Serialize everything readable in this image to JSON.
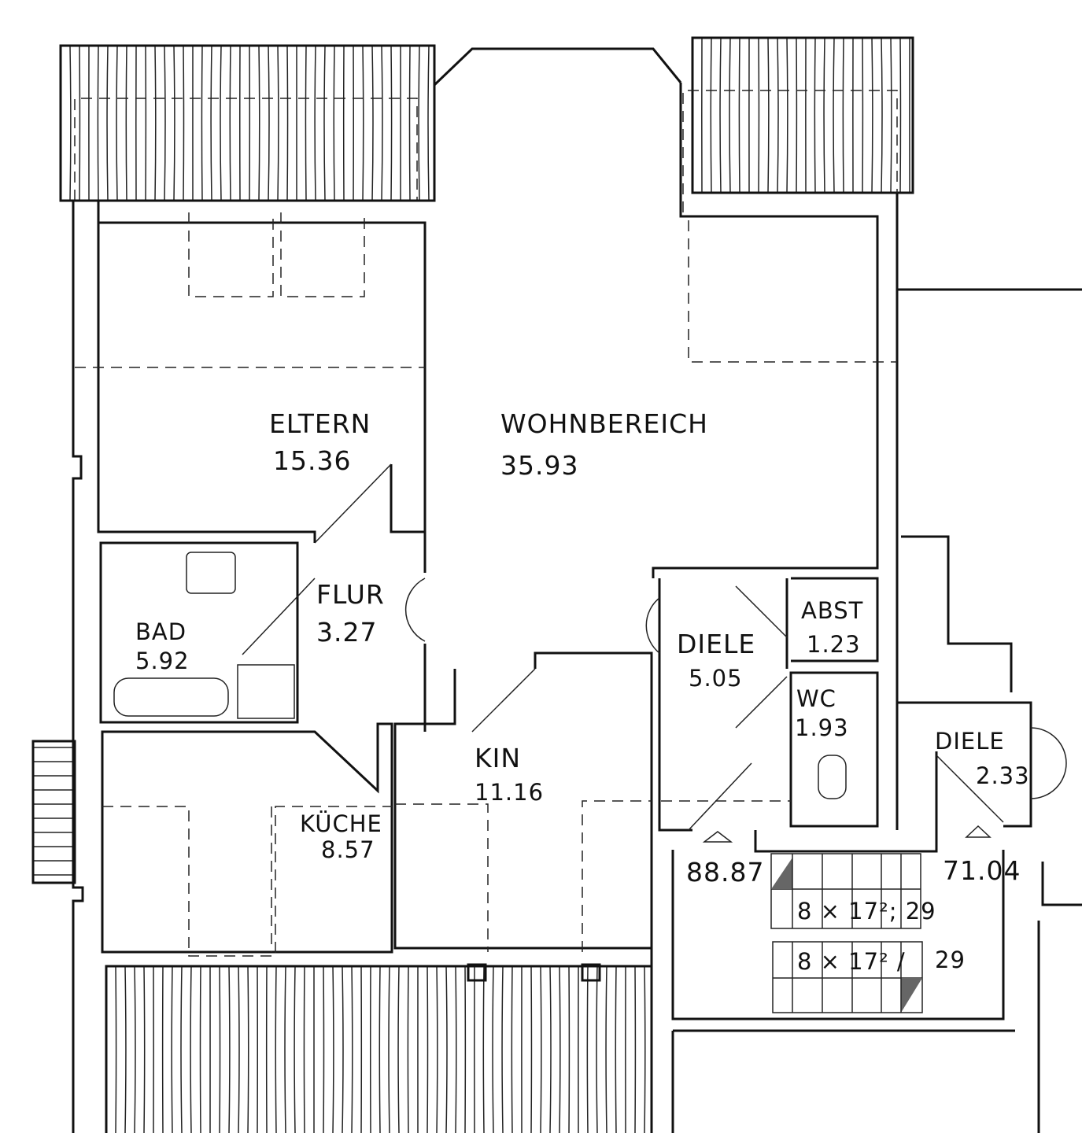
{
  "rooms": {
    "eltern": {
      "name": "ELTERN",
      "area": "15.36"
    },
    "wohnbereich": {
      "name": "WOHNBEREICH",
      "area": "35.93"
    },
    "flur": {
      "name": "FLUR",
      "area": "3.27"
    },
    "bad": {
      "name": "BAD",
      "area": "5.92"
    },
    "diele1": {
      "name": "DIELE",
      "area": "5.05"
    },
    "abst": {
      "name": "ABST",
      "area": "1.23"
    },
    "wc": {
      "name": "WC",
      "area": "1.93"
    },
    "diele2": {
      "name": "DIELE",
      "area": "2.33"
    },
    "kin": {
      "name": "KIN",
      "area": "11.16"
    },
    "kueche": {
      "name": "KÜCHE",
      "area": "8.57"
    }
  },
  "levels": {
    "left": "88.87",
    "right": "71.04"
  },
  "stairs": {
    "upper": "8 × 17²; 29",
    "lower": "8 × 17² /",
    "lower_tread": "29"
  }
}
